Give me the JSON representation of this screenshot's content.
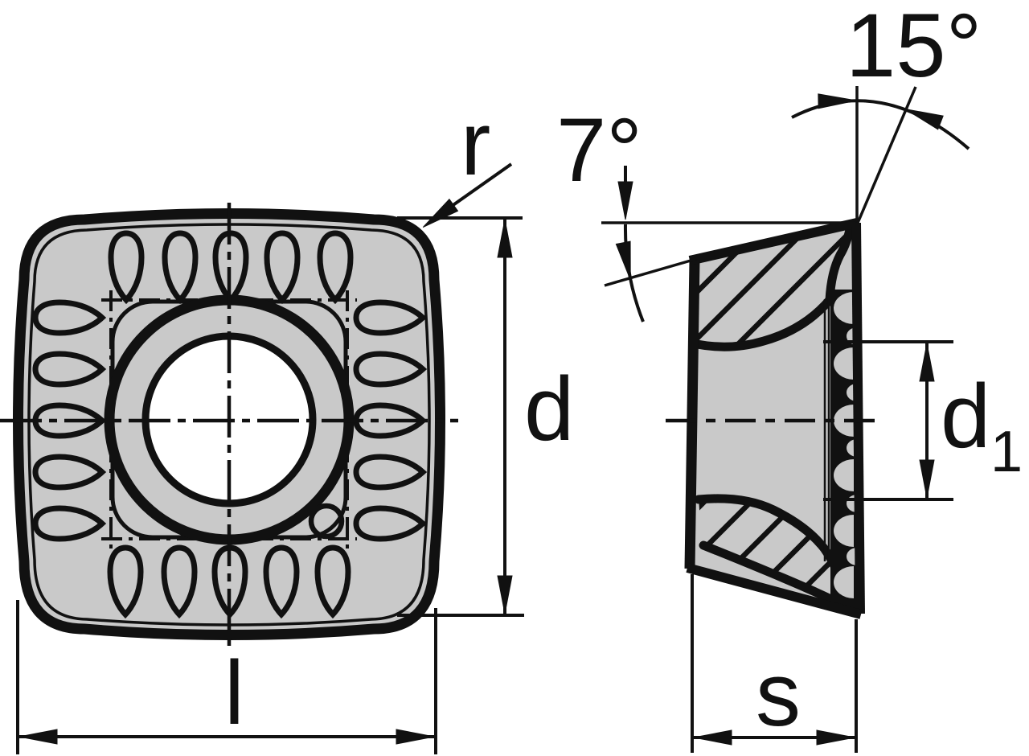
{
  "drawing": {
    "type": "technical-drawing",
    "subject": "indexable milling insert, front view and sectioned side view",
    "labels": {
      "corner_radius": "r",
      "outer_size": "d",
      "cutting_edge_length": "l",
      "thickness": "s",
      "bore_diameter_base": "d",
      "bore_diameter_subscript": "1",
      "rake_angle": "7°",
      "wiper_angle": "15°"
    },
    "colors": {
      "line": "#111111",
      "body_fill": "#c9c9c9",
      "background": "#ffffff"
    }
  }
}
